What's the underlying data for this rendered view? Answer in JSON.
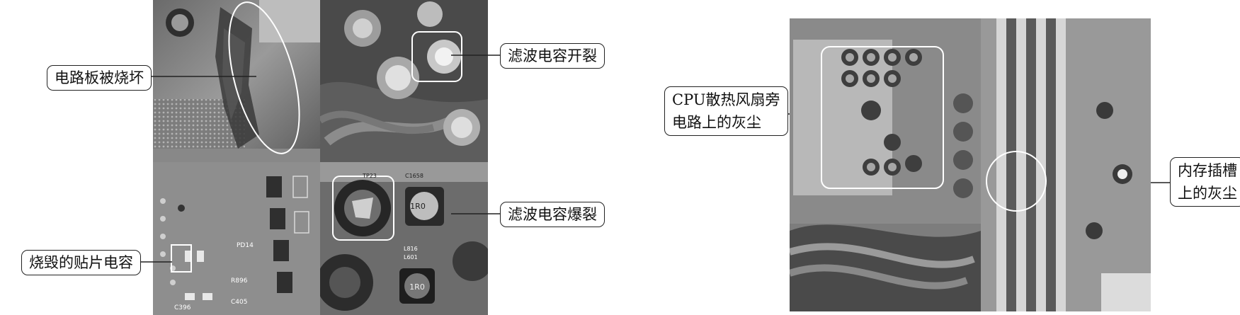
{
  "figure_left": {
    "labels": {
      "burned_board": "电路板被烧坏",
      "cracked_cap": "滤波电容开裂",
      "exploded_cap": "滤波电容爆裂",
      "burned_smd_cap": "烧毁的贴片电容"
    }
  },
  "figure_right": {
    "labels": {
      "cpu_fan_dust_line1": "CPU散热风扇旁",
      "cpu_fan_dust_line2": "电路上的灰尘",
      "ram_slot_dust_line1": "内存插槽",
      "ram_slot_dust_line2": "上的灰尘"
    }
  },
  "board_markings": {
    "tp23": "TP23",
    "c1658": "C1658",
    "r896": "R896",
    "c396": "C396",
    "c405": "C405",
    "pd14": "PD14",
    "l816": "L816",
    "l601": "L601",
    "inductor_1": "1R0",
    "inductor_2": "1R0"
  },
  "colors": {
    "photo_dark": "#3a3a3a",
    "photo_mid": "#8a8a8a",
    "photo_light": "#cfcfcf",
    "callout_border": "#222222",
    "highlight_ring": "#ffffff"
  }
}
